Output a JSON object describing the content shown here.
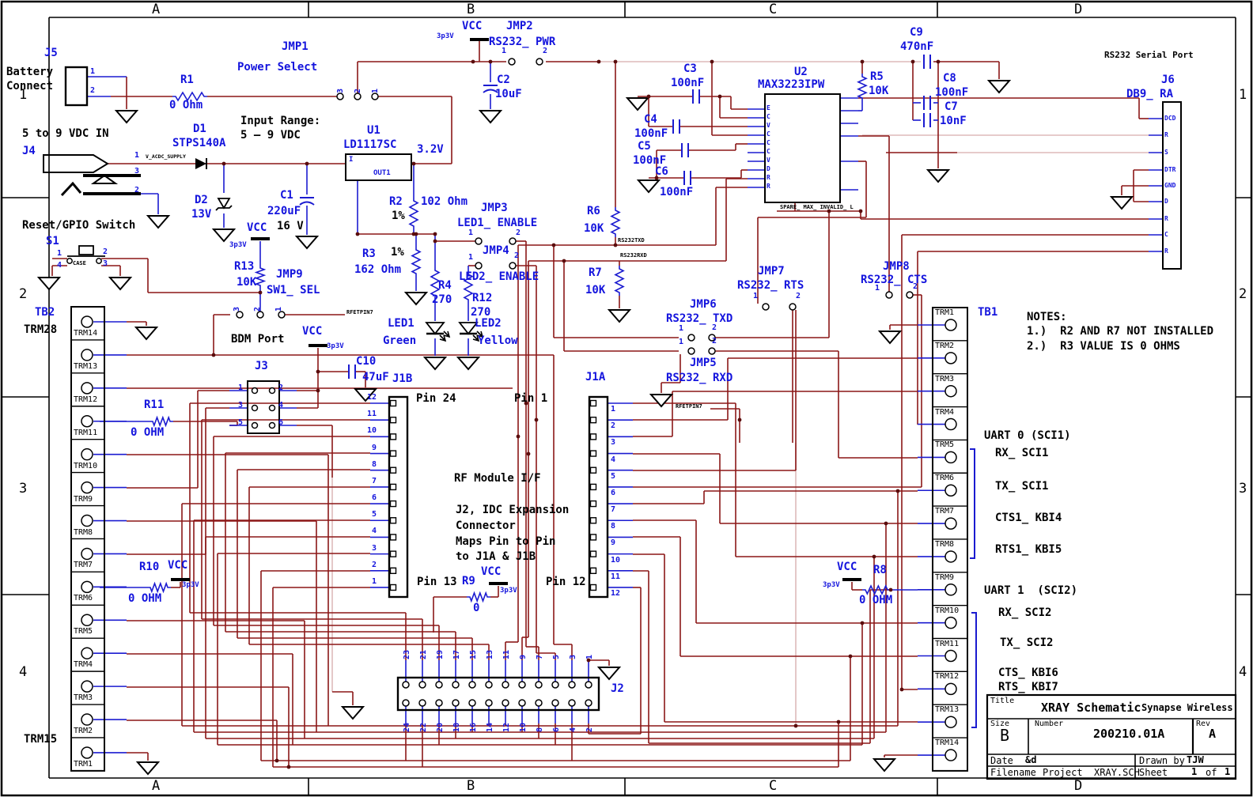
{
  "border": {
    "cols": [
      "A",
      "B",
      "C",
      "D"
    ],
    "rows": [
      "1",
      "2",
      "3",
      "4"
    ]
  },
  "vcc": {
    "label": "VCC",
    "rail": "3p3V"
  },
  "j5": {
    "ref": "J5",
    "l1": "Battery",
    "l2": "Connect",
    "p1": "1",
    "p2": "2"
  },
  "r1": {
    "ref": "R1",
    "val": "0 Ohm"
  },
  "jmp1": {
    "ref": "JMP1",
    "name": "Power Select",
    "p": [
      "3",
      "2",
      "1"
    ]
  },
  "j4": {
    "ref": "J4",
    "title": "5 to 9 VDC IN",
    "p1": "1",
    "p3": "3",
    "p2": "2",
    "net": "V_ACDC_SUPPLY"
  },
  "d1": {
    "ref": "D1",
    "val": "STPS140A"
  },
  "range": {
    "l1": "Input Range:",
    "l2": "5 – 9 VDC"
  },
  "u1": {
    "ref": "U1",
    "val": "LD1117SC",
    "vout": "3.2V",
    "pin": "I",
    "pout": "OUT1"
  },
  "d2": {
    "ref": "D2",
    "val": "13V"
  },
  "c1": {
    "ref": "C1",
    "val": "220uF",
    "volt": "16 V"
  },
  "c2": {
    "ref": "C2",
    "val": "10uF"
  },
  "sw": {
    "title": "Reset/GPIO Switch",
    "ref": "S1",
    "case": "CASE",
    "p1": "1",
    "p2": "2",
    "p4": "4",
    "p3": "3"
  },
  "r13": {
    "ref": "R13",
    "val": "10K"
  },
  "jmp9": {
    "ref": "JMP9",
    "name": "SW1_ SEL",
    "p": [
      "3",
      "2",
      "1"
    ]
  },
  "rfet": "RFETPIN7",
  "tb2": {
    "ref": "TB2",
    "top": "TRM28",
    "bottom": "TRM15",
    "t": [
      "TRM14",
      "TRM13",
      "TRM12",
      "TRM11",
      "TRM10",
      "TRM9",
      "TRM8",
      "TRM7",
      "TRM6",
      "TRM5",
      "TRM4",
      "TRM3",
      "TRM2",
      "TRM1"
    ]
  },
  "r11": {
    "ref": "R11",
    "val": "0 OHM"
  },
  "r10": {
    "ref": "R10",
    "val": "0 OHM"
  },
  "bdm": {
    "title": "BDM Port",
    "ref": "J3",
    "p": [
      "1",
      "2",
      "3",
      "4",
      "5",
      "6"
    ]
  },
  "c10": {
    "ref": "C10",
    "val": "47uF"
  },
  "r2": {
    "ref": "R2",
    "tol": "1%",
    "val": "102 Ohm"
  },
  "r3": {
    "ref": "R3",
    "tol": "1%",
    "val": "162 Ohm"
  },
  "jmp3": {
    "ref": "JMP3",
    "name": "LED1_ ENABLE",
    "p1": "1",
    "p2": "2"
  },
  "jmp4": {
    "ref": "JMP4",
    "name": "LED2_ ENABLE",
    "p1": "1",
    "p2": "2"
  },
  "r4": {
    "ref": "R4",
    "val": "270"
  },
  "r12": {
    "ref": "R12",
    "val": "270"
  },
  "led1": {
    "ref": "LED1",
    "val": "Green"
  },
  "led2": {
    "ref": "LED2",
    "val": "Yellow"
  },
  "j1b": {
    "ref": "J1B",
    "top": "Pin 24",
    "bottom": "Pin 13",
    "p": [
      "12",
      "11",
      "10",
      "9",
      "8",
      "7",
      "6",
      "5",
      "4",
      "3",
      "2",
      "1"
    ]
  },
  "j1a": {
    "ref": "J1A",
    "top": "Pin 1",
    "bottom": "Pin 12",
    "p": [
      "1",
      "2",
      "3",
      "4",
      "5",
      "6",
      "7",
      "8",
      "9",
      "10",
      "11",
      "12"
    ]
  },
  "rfmod": {
    "l1": "RF Module I/F",
    "l2": "J2, IDC Expansion",
    "l3": "Connector",
    "l4": "Maps Pin to Pin",
    "l5": "to J1A & J1B"
  },
  "r9": {
    "ref": "R9",
    "val": "0"
  },
  "j2": {
    "ref": "J2",
    "top": [
      "23",
      "21",
      "19",
      "17",
      "15",
      "13",
      "11",
      "9",
      "7",
      "5",
      "3",
      "1"
    ],
    "bot": [
      "24",
      "22",
      "20",
      "18",
      "16",
      "14",
      "12",
      "10",
      "8",
      "6",
      "4",
      "2"
    ]
  },
  "jmp2": {
    "ref": "JMP2",
    "name": "RS232_ PWR",
    "p1": "1",
    "p2": "2"
  },
  "c3": {
    "ref": "C3",
    "val": "100nF"
  },
  "c4": {
    "ref": "C4",
    "val": "100nF"
  },
  "c5": {
    "ref": "C5",
    "val": "100nF"
  },
  "c6": {
    "ref": "C6",
    "val": "100nF"
  },
  "u2": {
    "ref": "U2",
    "val": "MAX3223IPW",
    "lpins": [
      "E",
      "C",
      "V",
      "C",
      "C",
      "C",
      "V",
      "D",
      "R",
      "R"
    ],
    "spare": "SPARE_ MAX_ INVALID_ L"
  },
  "r5": {
    "ref": "R5",
    "val": "10K"
  },
  "c9": {
    "ref": "C9",
    "val": "470nF"
  },
  "c8": {
    "ref": "C8",
    "val": "100nF"
  },
  "c7": {
    "ref": "C7",
    "val": "10nF"
  },
  "r6": {
    "ref": "R6",
    "val": "10K",
    "net": "RS232TXD"
  },
  "r7": {
    "ref": "R7",
    "val": "10K",
    "net": "RS232RXD"
  },
  "jmp6": {
    "ref": "JMP6",
    "name": "RS232_ TXD",
    "p1": "1",
    "p2": "2"
  },
  "jmp5": {
    "ref": "JMP5",
    "name": "RS232_ RXD",
    "p1": "1",
    "p2": "2"
  },
  "jmp7": {
    "ref": "JMP7",
    "name": "RS232_ RTS",
    "p1": "1",
    "p2": "2"
  },
  "jmp8": {
    "ref": "JMP8",
    "name": "RS232_ CTS",
    "p1": "1",
    "p2": "2"
  },
  "serial": {
    "title": "RS232 Serial Port",
    "ref": "J6",
    "name": "DB9_ RA",
    "pins": [
      "DCD",
      "R",
      "S",
      "DTR",
      "GND",
      "D",
      "R",
      "C",
      "R"
    ]
  },
  "tb1": {
    "ref": "TB1",
    "t": [
      "TRM1",
      "TRM2",
      "TRM3",
      "TRM4",
      "TRM5",
      "TRM6",
      "TRM7",
      "TRM8",
      "TRM9",
      "TRM10",
      "TRM11",
      "TRM12",
      "TRM13",
      "TRM14"
    ]
  },
  "notes": {
    "h": "NOTES:",
    "n1": "1.)  R2 AND R7 NOT INSTALLED",
    "n2": "2.)  R3 VALUE IS 0 OHMS"
  },
  "uart0": {
    "h": "UART 0 (SCI1)",
    "s1": "RX_ SCI1",
    "s2": "TX_ SCI1",
    "s3": "CTS1_ KBI4",
    "s4": "RTS1_ KBI5"
  },
  "uart1": {
    "h": "UART 1  (SCI2)",
    "s1": "RX_ SCI2",
    "s2": "TX_ SCI2",
    "s3": "CTS_ KBI6",
    "s4": "RTS_ KBI7"
  },
  "r8": {
    "ref": "R8",
    "val": "0 OHM"
  },
  "tblock": {
    "title_l": "Title",
    "title": "XRAY Schematic",
    "company": "Synapse Wireless",
    "size_l": "Size",
    "size": "B",
    "num_l": "Number",
    "num": "200210.01A",
    "rev_l": "Rev",
    "rev": "A",
    "date_l": "Date",
    "date": "&d",
    "drawn_l": "Drawn by",
    "drawn": "TJW",
    "file_l": "Filename",
    "file": "Project_ XRAY.SCH",
    "sheet_l": "Sheet",
    "sheet": "1",
    "of": "of",
    "of_n": "1"
  },
  "colors": {
    "wire_power": "#8b1717",
    "wire_signal": "#1b1bd0",
    "wire_faded": "#debaba",
    "label_blue": "#1414dd",
    "label_black": "#000000"
  }
}
